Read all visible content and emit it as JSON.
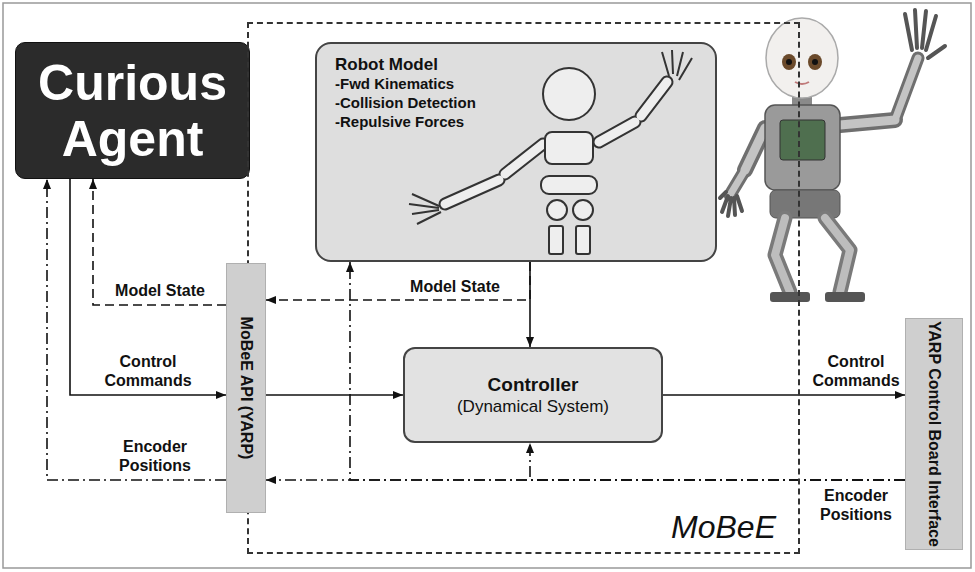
{
  "diagram": {
    "nodes": [
      {
        "text": [
          "Curious Agent"
        ]
      },
      {
        "text": [
          "MoBeE"
        ]
      },
      {
        "text": [
          "Robot Model",
          "-Fwd Kinematics",
          "-Collision Detection",
          "-Repulsive Forces"
        ],
        "in": 1
      },
      {
        "text": [
          "Controller",
          "(Dynamical System)"
        ],
        "in": 1
      },
      {
        "text": [
          "MoBeE API (YARP)"
        ]
      },
      {
        "text": [
          "YARP Control Board Interface"
        ]
      }
    ],
    "edges": [
      {
        "from": 0,
        "to": 4,
        "label": "Control Commands",
        "arrow": "to"
      },
      {
        "from": 4,
        "to": 0,
        "label": "Model State",
        "arrow": "to"
      },
      {
        "from": 4,
        "to": 0,
        "label": "Encoder Positions",
        "arrow": "to"
      },
      {
        "from": 4,
        "to": 3,
        "arrow": "to"
      },
      {
        "from": 2,
        "to": 3,
        "arrow": "to"
      },
      {
        "from": 2,
        "to": 4,
        "label": "Model State",
        "arrow": "to"
      },
      {
        "from": 3,
        "to": 5,
        "label": "Control Commands",
        "arrow": "to"
      },
      {
        "from": 5,
        "to": 3,
        "label": "Encoder Positions",
        "arrow": "to"
      },
      {
        "from": 5,
        "to": 2,
        "arrow": "to"
      },
      {
        "from": 5,
        "to": 4,
        "arrow": "to"
      }
    ]
  }
}
